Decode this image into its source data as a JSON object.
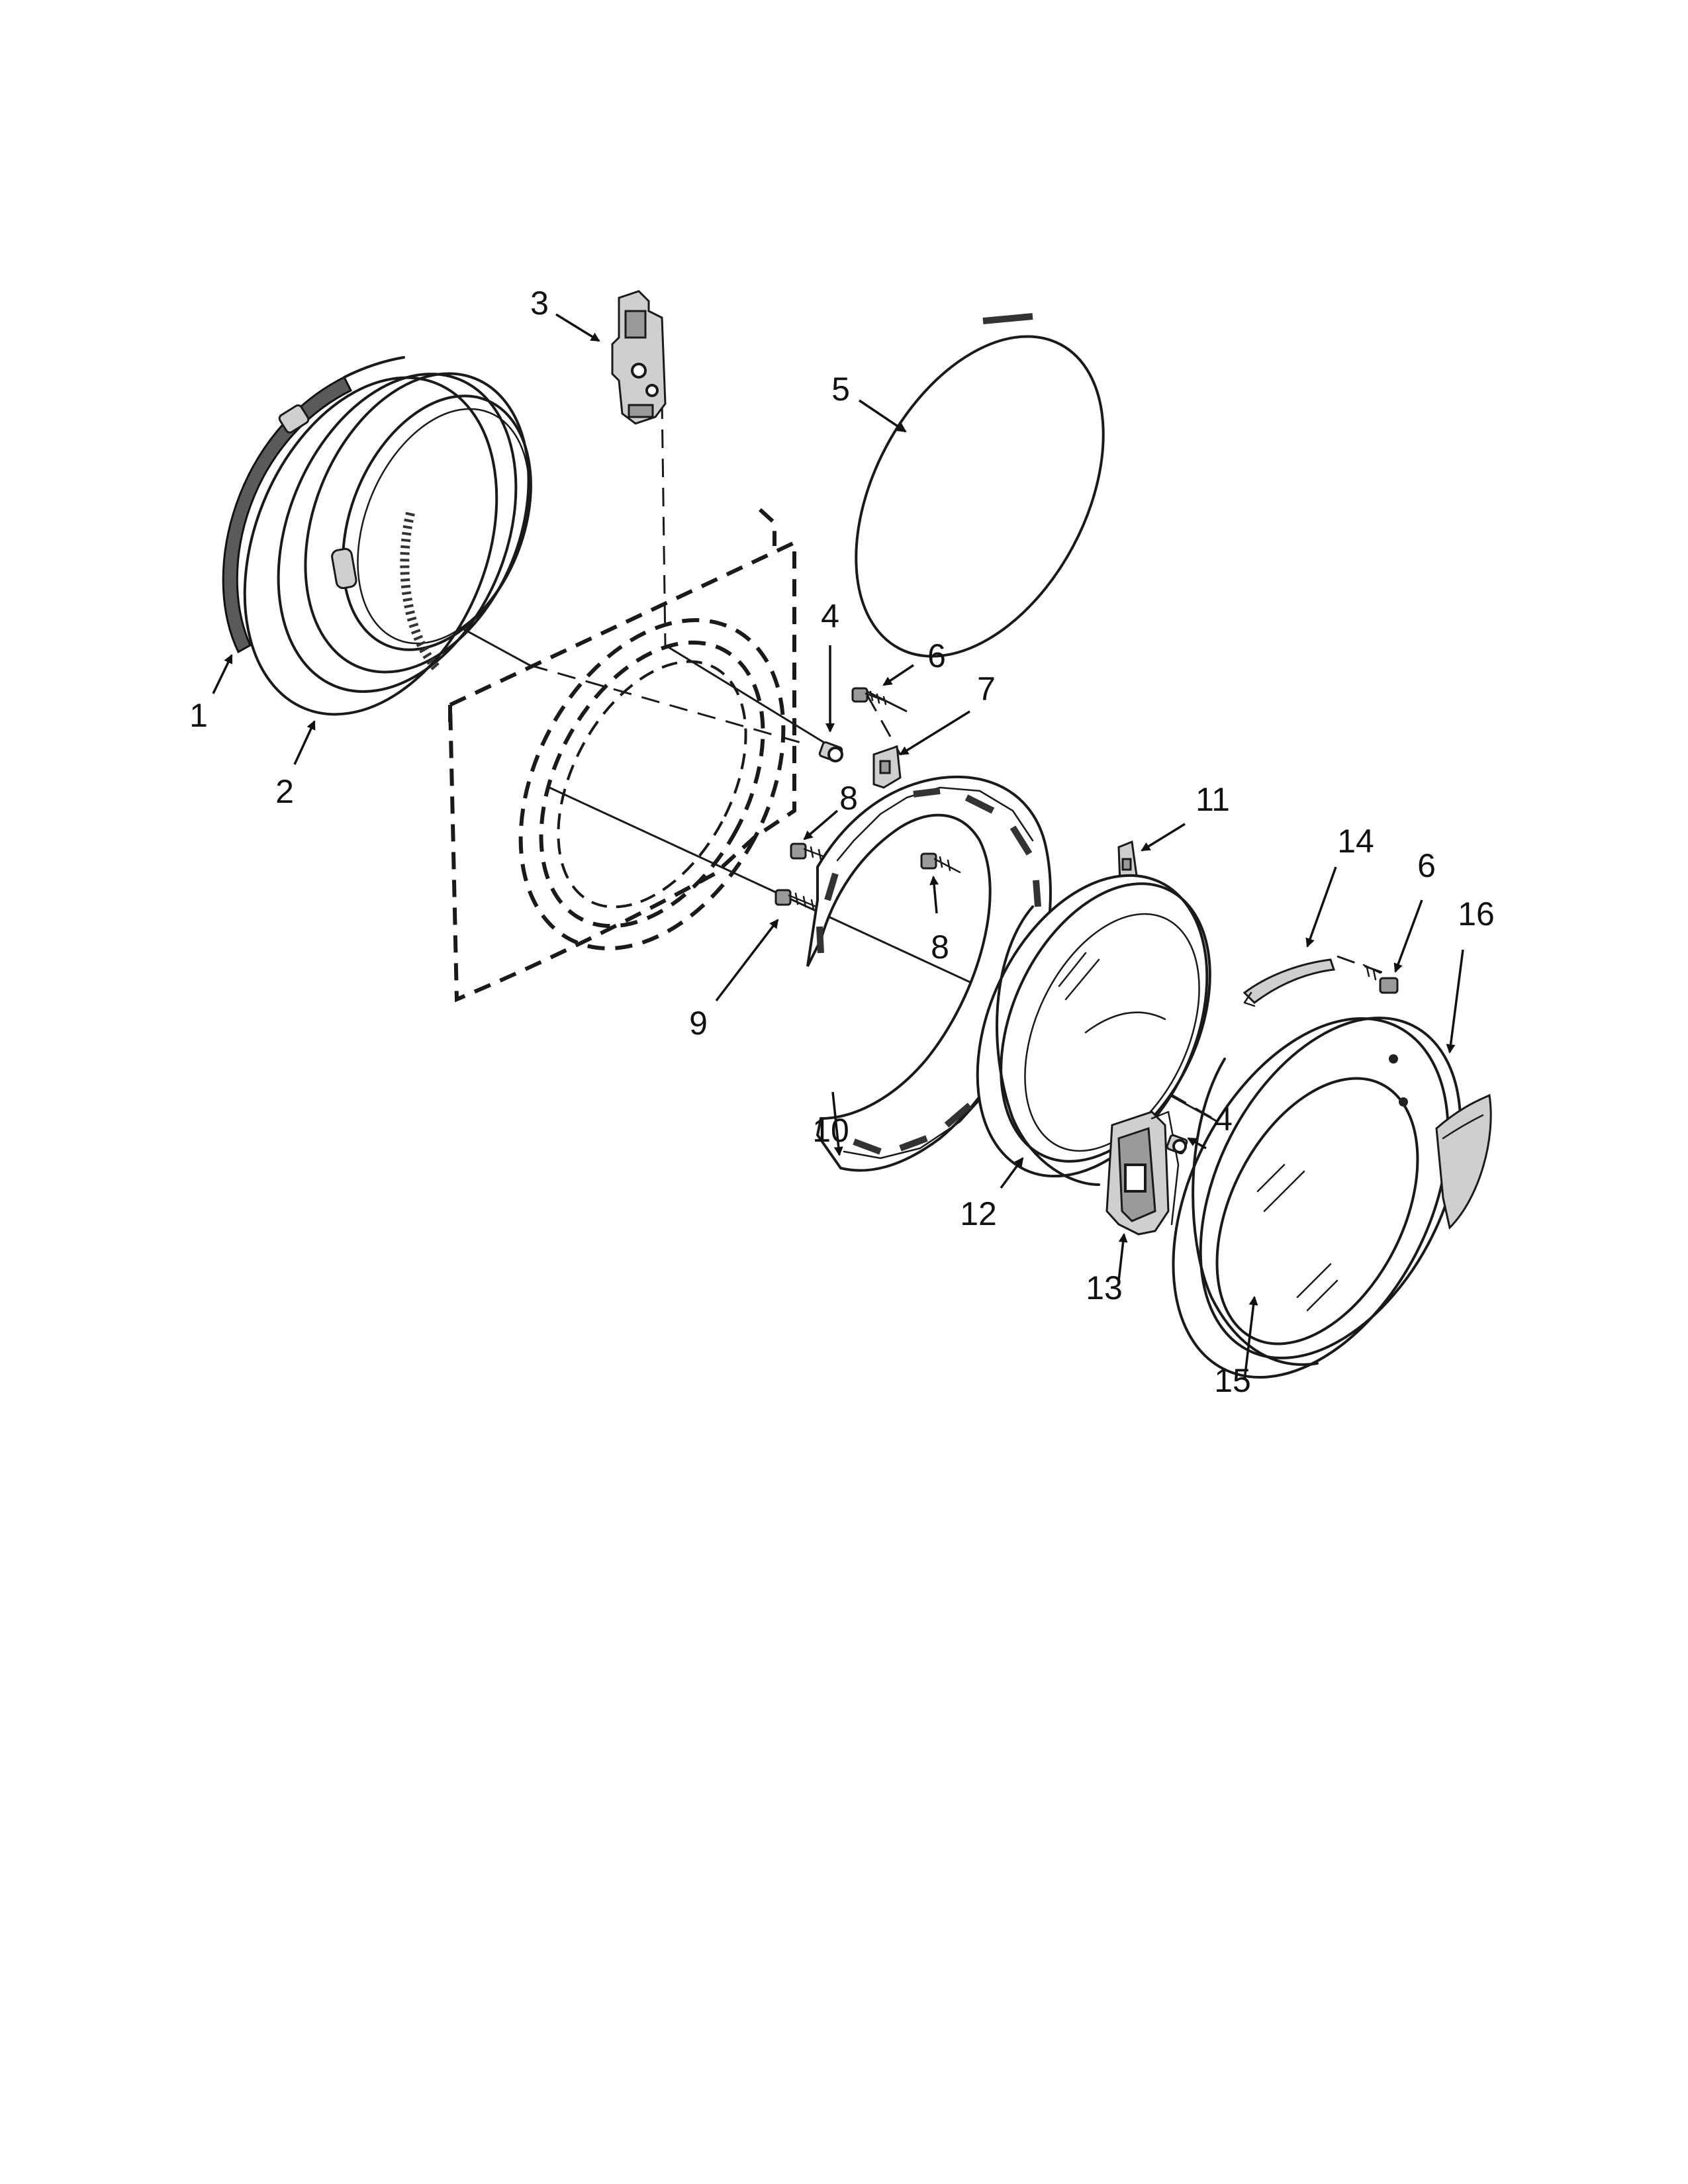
{
  "diagram": {
    "callouts": [
      {
        "id": "c1",
        "text": "1"
      },
      {
        "id": "c2",
        "text": "2"
      },
      {
        "id": "c3",
        "text": "3"
      },
      {
        "id": "c4a",
        "text": "4"
      },
      {
        "id": "c4b",
        "text": "4"
      },
      {
        "id": "c5",
        "text": "5"
      },
      {
        "id": "c6a",
        "text": "6"
      },
      {
        "id": "c6b",
        "text": "6"
      },
      {
        "id": "c7",
        "text": "7"
      },
      {
        "id": "c8a",
        "text": "8"
      },
      {
        "id": "c8b",
        "text": "8"
      },
      {
        "id": "c9",
        "text": "9"
      },
      {
        "id": "c10",
        "text": "10"
      },
      {
        "id": "c11",
        "text": "11"
      },
      {
        "id": "c12",
        "text": "12"
      },
      {
        "id": "c13",
        "text": "13"
      },
      {
        "id": "c14",
        "text": "14"
      },
      {
        "id": "c15",
        "text": "15"
      },
      {
        "id": "c16",
        "text": "16"
      }
    ]
  }
}
